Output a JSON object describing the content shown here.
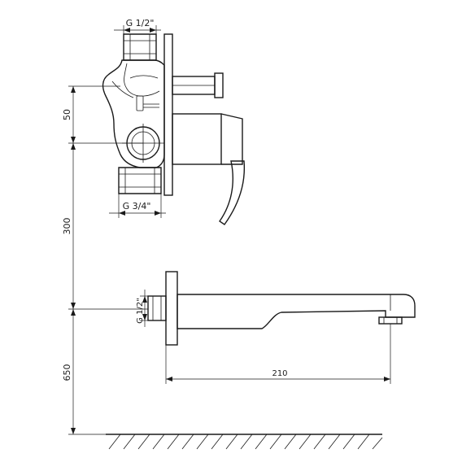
{
  "labels": {
    "inlet_thread": "G 1/2\"",
    "outlet_thread": "G 3/4\"",
    "spout_thread": "G 1/2\"",
    "dim_upper": "50",
    "dim_middle": "300",
    "dim_lower": "650",
    "dim_spout": "210"
  }
}
